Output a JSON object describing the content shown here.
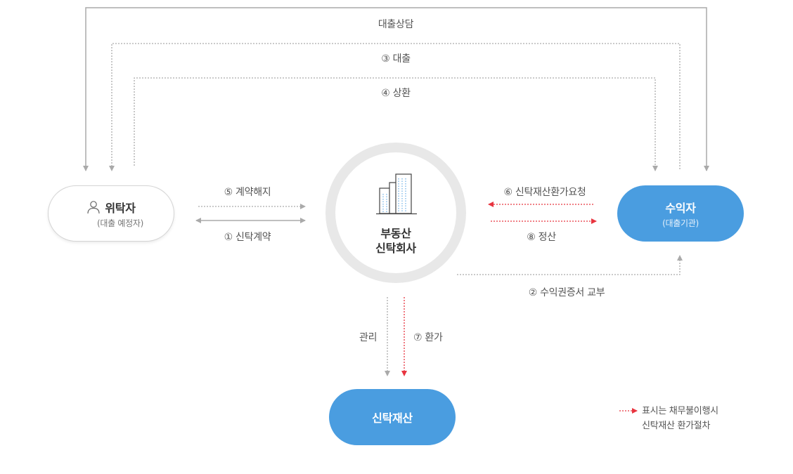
{
  "nodes": {
    "truster": {
      "title": "위탁자",
      "subtitle": "(대출 예정자)",
      "icon": "person-icon"
    },
    "trust_company": {
      "title_line1": "부동산",
      "title_line2": "신탁회사",
      "icon": "building-icon"
    },
    "beneficiary": {
      "title": "수익자",
      "subtitle": "(대출기관)"
    },
    "trust_asset": {
      "title": "신탁재산"
    }
  },
  "flows": {
    "loan_consult": "대출상담",
    "loan": "③ 대출",
    "repay": "④ 상환",
    "terminate": "⑤ 계약해지",
    "trust_contract": "① 신탁계약",
    "disposal_request": "⑥ 신탁재산환가요청",
    "settlement": "⑧ 정산",
    "certificate": "② 수익권증서 교부",
    "manage": "관리",
    "disposal": "⑦ 환가"
  },
  "legend": {
    "line1": "표시는 채무불이행시",
    "line2": "신탁재산 환가절차"
  },
  "colors": {
    "accent_blue": "#4a9de0",
    "default_line": "#aaaaaa",
    "default_flow_red": "#e8343f"
  }
}
